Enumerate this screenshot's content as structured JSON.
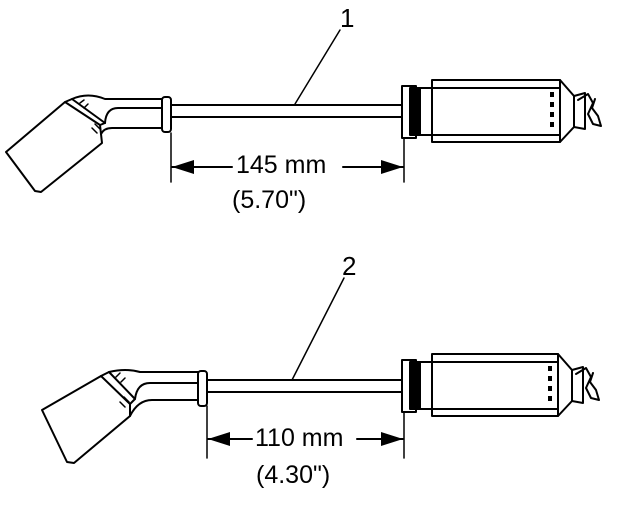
{
  "figure": {
    "top": {
      "callout": "1",
      "length_metric": "145 mm",
      "length_imperial": "(5.70\")"
    },
    "bottom": {
      "callout": "2",
      "length_metric": "110 mm",
      "length_imperial": "(4.30\")"
    }
  }
}
